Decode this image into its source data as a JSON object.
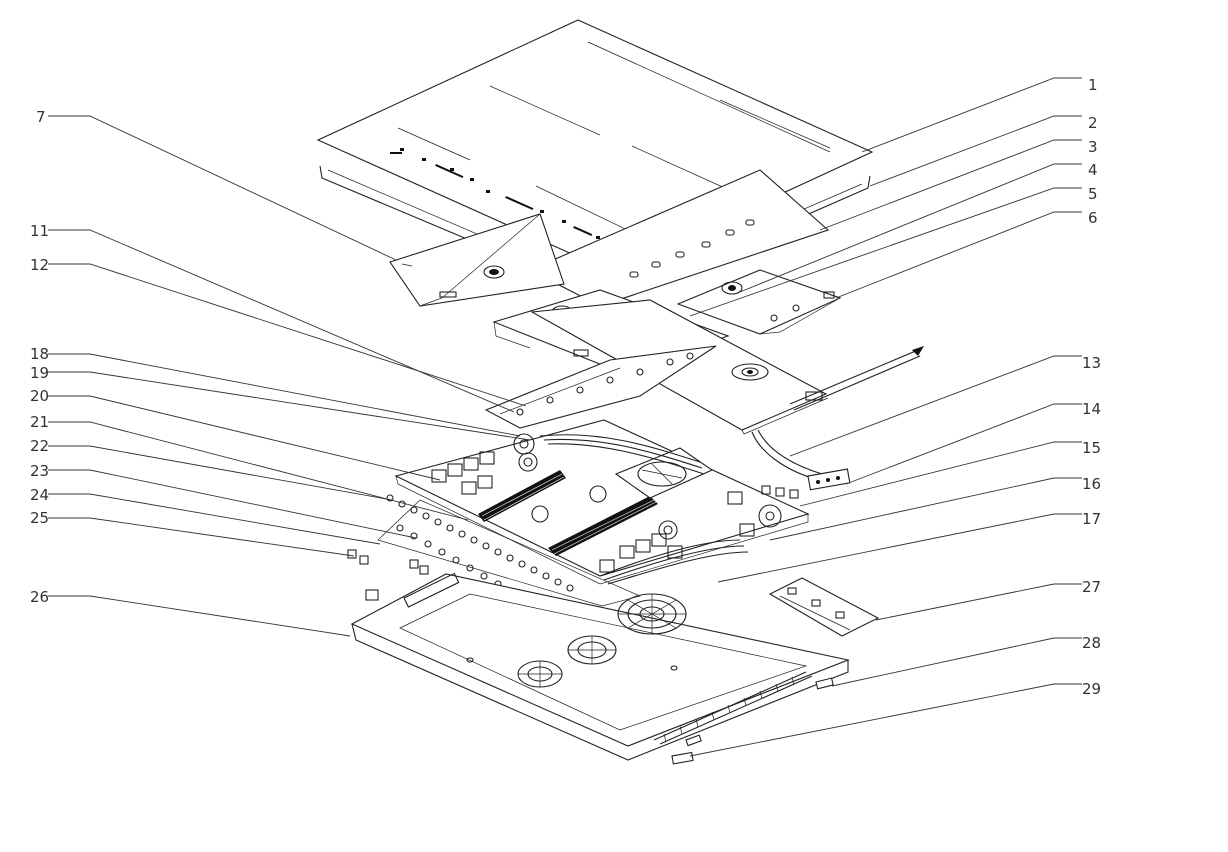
{
  "callouts": [
    {
      "id": "1"
    },
    {
      "id": "2"
    },
    {
      "id": "3"
    },
    {
      "id": "4"
    },
    {
      "id": "5"
    },
    {
      "id": "6"
    },
    {
      "id": "7"
    },
    {
      "id": "11"
    },
    {
      "id": "12"
    },
    {
      "id": "13"
    },
    {
      "id": "14"
    },
    {
      "id": "15"
    },
    {
      "id": "16"
    },
    {
      "id": "17"
    },
    {
      "id": "18"
    },
    {
      "id": "19"
    },
    {
      "id": "20"
    },
    {
      "id": "21"
    },
    {
      "id": "22"
    },
    {
      "id": "23"
    },
    {
      "id": "24"
    },
    {
      "id": "25"
    },
    {
      "id": "26"
    },
    {
      "id": "27"
    },
    {
      "id": "28"
    },
    {
      "id": "29"
    }
  ]
}
